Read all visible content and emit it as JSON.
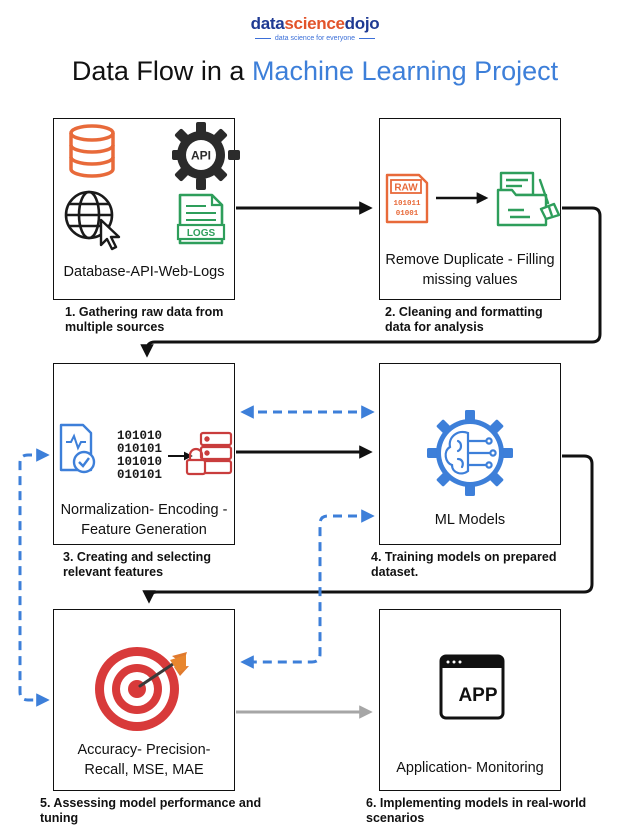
{
  "logo": {
    "part1": "data",
    "part2": "science",
    "part3": "dojo",
    "tagline": "data science for everyone"
  },
  "title": {
    "prefix": "Data Flow in a ",
    "highlight": "Machine Learning Project"
  },
  "stages": [
    {
      "box_text": "Database-API-Web-Logs",
      "caption": "1. Gathering raw data from multiple sources",
      "icons": [
        "database-icon",
        "api-gear-icon",
        "globe-cursor-icon",
        "logs-document-icon"
      ]
    },
    {
      "box_text": "Remove Duplicate - Filling missing values",
      "caption": "2. Cleaning and formatting data for analysis",
      "icons": [
        "raw-data-icon",
        "cleaning-folder-icon"
      ]
    },
    {
      "box_text": "Normalization- Encoding -Feature Generation",
      "caption": "3. Creating and selecting relevant features",
      "icons": [
        "verified-document-icon",
        "binary-data-icon",
        "secure-server-icon"
      ]
    },
    {
      "box_text": "ML Models",
      "caption": "4. Training models on prepared dataset.",
      "icons": [
        "ai-brain-gear-icon"
      ]
    },
    {
      "box_text": "Accuracy- Precision- Recall, MSE, MAE",
      "caption": "5. Assessing model performance and tuning",
      "icons": [
        "target-arrow-icon"
      ]
    },
    {
      "box_text": "Application- Monitoring",
      "caption": "6. Implementing models in real-world scenarios",
      "icons": [
        "app-window-icon"
      ]
    }
  ],
  "icon_labels": {
    "api": "API",
    "logs": "LOGS",
    "raw": "RAW",
    "raw_bits": [
      "101011",
      "01001"
    ],
    "binary": [
      "101010",
      "010101",
      "101010",
      "010101"
    ],
    "app": "APP"
  },
  "colors": {
    "title_accent": "#3d7fd9",
    "icon_orange": "#e86a3a",
    "icon_green": "#2e9e5b",
    "icon_red": "#c93d3d",
    "icon_blue": "#3d7fd9",
    "dashed_blue": "#3d7fd9",
    "flow_black": "#111111",
    "flow_gray": "#a6a6a6"
  }
}
